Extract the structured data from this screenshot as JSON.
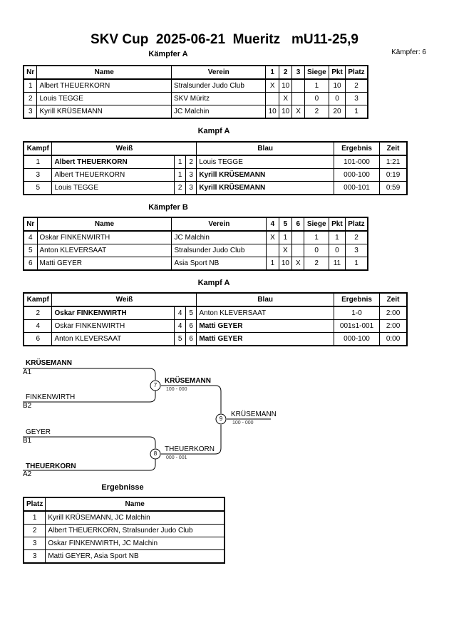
{
  "header": {
    "title": "SKV Cup  2025-06-21  Mueritz   mU11-25,9",
    "kaempfer_count": "Kämpfer: 6"
  },
  "group_a": {
    "title": "Kämpfer A",
    "columns": [
      "Nr",
      "Name",
      "Verein",
      "1",
      "2",
      "3",
      "Siege",
      "Pkt",
      "Platz"
    ],
    "rows": [
      {
        "nr": "1",
        "name": "Albert THEUERKORN",
        "verein": "Stralsunder Judo Club",
        "r1": "X",
        "r2": "10",
        "r3": "",
        "siege": "1",
        "pkt": "10",
        "platz": "2"
      },
      {
        "nr": "2",
        "name": "Louis TEGGE",
        "verein": "SKV Müritz",
        "r1": "",
        "r2": "X",
        "r3": "",
        "siege": "0",
        "pkt": "0",
        "platz": "3"
      },
      {
        "nr": "3",
        "name": "Kyrill KRÜSEMANN",
        "verein": "JC Malchin",
        "r1": "10",
        "r2": "10",
        "r3": "X",
        "siege": "2",
        "pkt": "20",
        "platz": "1"
      }
    ]
  },
  "kampf_a": {
    "title": "Kampf A",
    "columns": [
      "Kampf",
      "Weiß",
      "Blau",
      "Ergebnis",
      "Zeit"
    ],
    "rows": [
      {
        "kampf": "1",
        "weiss": "Albert THEUERKORN",
        "wn": "1",
        "bn": "2",
        "blau": "Louis TEGGE",
        "ergebnis": "101-000",
        "zeit": "1:21"
      },
      {
        "kampf": "3",
        "weiss": "Albert THEUERKORN",
        "wn": "1",
        "bn": "3",
        "blau": "Kyrill KRÜSEMANN",
        "ergebnis": "000-100",
        "zeit": "0:19"
      },
      {
        "kampf": "5",
        "weiss": "Louis TEGGE",
        "wn": "2",
        "bn": "3",
        "blau": "Kyrill KRÜSEMANN",
        "ergebnis": "000-101",
        "zeit": "0:59"
      }
    ]
  },
  "group_b": {
    "title": "Kämpfer B",
    "columns": [
      "Nr",
      "Name",
      "Verein",
      "4",
      "5",
      "6",
      "Siege",
      "Pkt",
      "Platz"
    ],
    "rows": [
      {
        "nr": "4",
        "name": "Oskar FINKENWIRTH",
        "verein": "JC Malchin",
        "r1": "X",
        "r2": "1",
        "r3": "",
        "siege": "1",
        "pkt": "1",
        "platz": "2"
      },
      {
        "nr": "5",
        "name": "Anton KLEVERSAAT",
        "verein": "Stralsunder Judo Club",
        "r1": "",
        "r2": "X",
        "r3": "",
        "siege": "0",
        "pkt": "0",
        "platz": "3"
      },
      {
        "nr": "6",
        "name": "Matti GEYER",
        "verein": "Asia Sport NB",
        "r1": "1",
        "r2": "10",
        "r3": "X",
        "siege": "2",
        "pkt": "11",
        "platz": "1"
      }
    ]
  },
  "kampf_b": {
    "title": "Kampf A",
    "columns": [
      "Kampf",
      "Weiß",
      "Blau",
      "Ergebnis",
      "Zeit"
    ],
    "rows": [
      {
        "kampf": "2",
        "weiss": "Oskar FINKENWIRTH",
        "wn": "4",
        "bn": "5",
        "blau": "Anton KLEVERSAAT",
        "ergebnis": "1-0",
        "zeit": "2:00"
      },
      {
        "kampf": "4",
        "weiss": "Oskar FINKENWIRTH",
        "wn": "4",
        "bn": "6",
        "blau": "Matti GEYER",
        "ergebnis": "001s1-001",
        "zeit": "2:00"
      },
      {
        "kampf": "6",
        "weiss": "Anton KLEVERSAAT",
        "wn": "5",
        "bn": "6",
        "blau": "Matti GEYER",
        "ergebnis": "000-100",
        "zeit": "0:00"
      }
    ]
  },
  "bracket": {
    "entry1_name": "KRÜSEMANN",
    "entry1_pos": "A1",
    "entry2_name": "FINKENWIRTH",
    "entry2_pos": "B2",
    "entry3_name": "GEYER",
    "entry3_pos": "B1",
    "entry4_name": "THEUERKORN",
    "entry4_pos": "A2",
    "fight7_no": "7",
    "fight7_winner": "KRÜSEMANN",
    "fight7_score": "100 - 000",
    "fight8_no": "8",
    "fight8_winner": "THEUERKORN",
    "fight8_score": "000 - 001",
    "fight9_no": "9",
    "fight9_winner": "KRÜSEMANN",
    "fight9_score": "100 - 000"
  },
  "results": {
    "title": "Ergebnisse",
    "columns": [
      "Platz",
      "Name"
    ],
    "rows": [
      {
        "platz": "1",
        "name": "Kyrill KRÜSEMANN, JC Malchin"
      },
      {
        "platz": "2",
        "name": "Albert THEUERKORN, Stralsunder Judo Club"
      },
      {
        "platz": "3",
        "name": "Oskar FINKENWIRTH, JC Malchin"
      },
      {
        "platz": "3",
        "name": "Matti GEYER, Asia Sport NB"
      }
    ]
  }
}
